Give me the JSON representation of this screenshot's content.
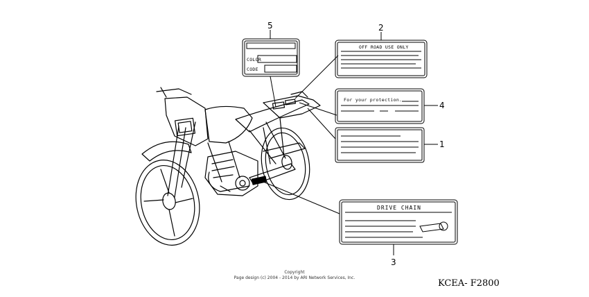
{
  "callouts": [
    {
      "id": "1",
      "number": "1"
    },
    {
      "id": "2",
      "number": "2"
    },
    {
      "id": "3",
      "number": "3"
    },
    {
      "id": "4",
      "number": "4"
    },
    {
      "id": "5",
      "number": "5"
    }
  ],
  "labels": {
    "label2_title": "OFF ROAD USE ONLY",
    "label4_title": "For your protection.",
    "label3_title": "DRIVE CHAIN",
    "label5_color": "COLOR",
    "label5_code": "CODE"
  },
  "footer": {
    "copyright_line1": "Copyright",
    "copyright_line2": "Page design (c) 2004 - 2014 by ARI Network Services, Inc.",
    "diagram_code": "KCEA- F2800"
  }
}
